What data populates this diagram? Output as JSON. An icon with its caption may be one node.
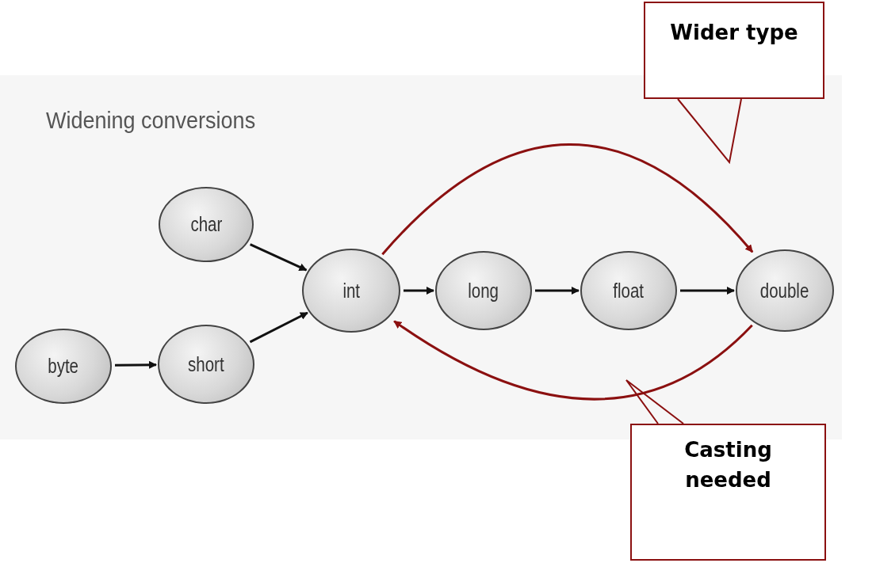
{
  "diagram": {
    "title": "Widening conversions",
    "nodes": [
      {
        "text": [
          "char"
        ]
      },
      {
        "text": [
          "int"
        ]
      },
      {
        "text": [
          "byte"
        ]
      },
      {
        "text": [
          "short"
        ]
      },
      {
        "text": [
          "long"
        ]
      },
      {
        "text": [
          "float"
        ]
      },
      {
        "text": [
          "double"
        ]
      },
      {
        "text": [
          "Wider type"
        ]
      },
      {
        "text": [
          "Casting needed"
        ]
      }
    ],
    "edges": [
      {
        "from": 0,
        "to": 1,
        "arrow": "to"
      },
      {
        "from": 3,
        "to": 1,
        "arrow": "to"
      },
      {
        "from": 2,
        "to": 3,
        "arrow": "to"
      },
      {
        "from": 1,
        "to": 4,
        "arrow": "to"
      },
      {
        "from": 4,
        "to": 5,
        "arrow": "to"
      },
      {
        "from": 5,
        "to": 6,
        "arrow": "to"
      },
      {
        "from": 1,
        "to": 6,
        "arrow": "to",
        "color": "#8b1010"
      },
      {
        "from": 6,
        "to": 1,
        "arrow": "to",
        "color": "#8b1010"
      },
      {
        "from": 7,
        "to": null,
        "arrow": "none",
        "color": "#8b1010"
      },
      {
        "from": 8,
        "to": null,
        "arrow": "none",
        "color": "#8b1010"
      }
    ]
  }
}
